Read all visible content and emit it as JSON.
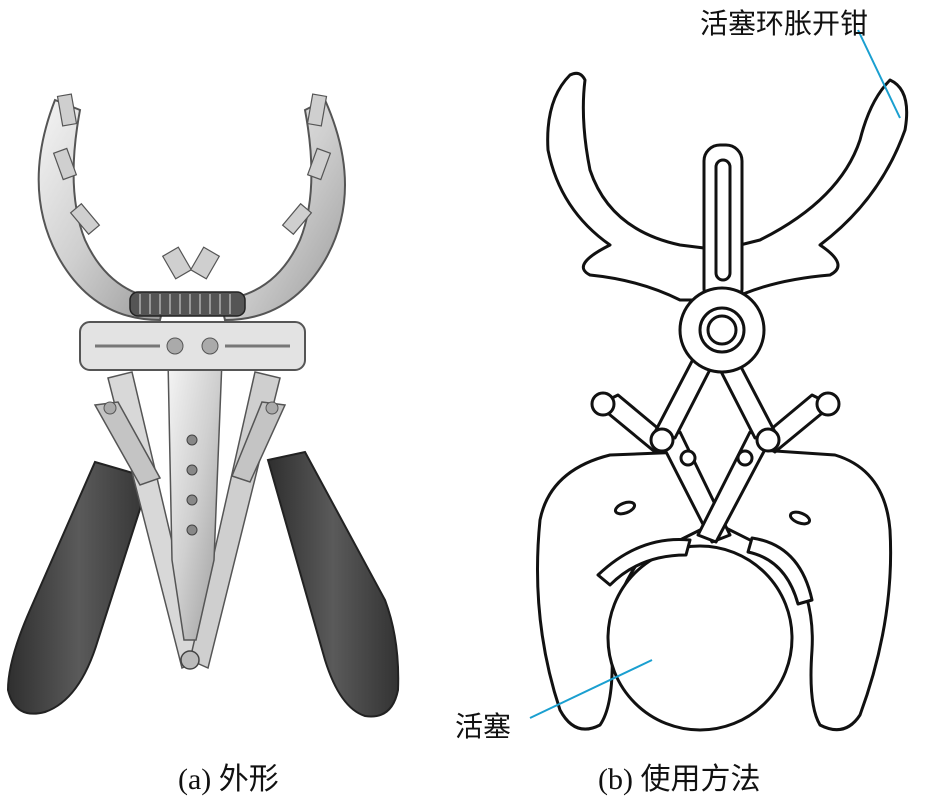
{
  "panels": [
    {
      "caption": "(a) 外形"
    },
    {
      "caption": "(b) 使用方法"
    }
  ],
  "callouts": {
    "tool": "活塞环胀开钳",
    "piston": "活塞"
  },
  "colors": {
    "leader_line": "#1a9fd0",
    "metal_light": "#e9e9e9",
    "metal_mid": "#bdbdbd",
    "metal_dark": "#7b7b7b",
    "handle": "#4a4a4a",
    "ink": "#111111"
  }
}
